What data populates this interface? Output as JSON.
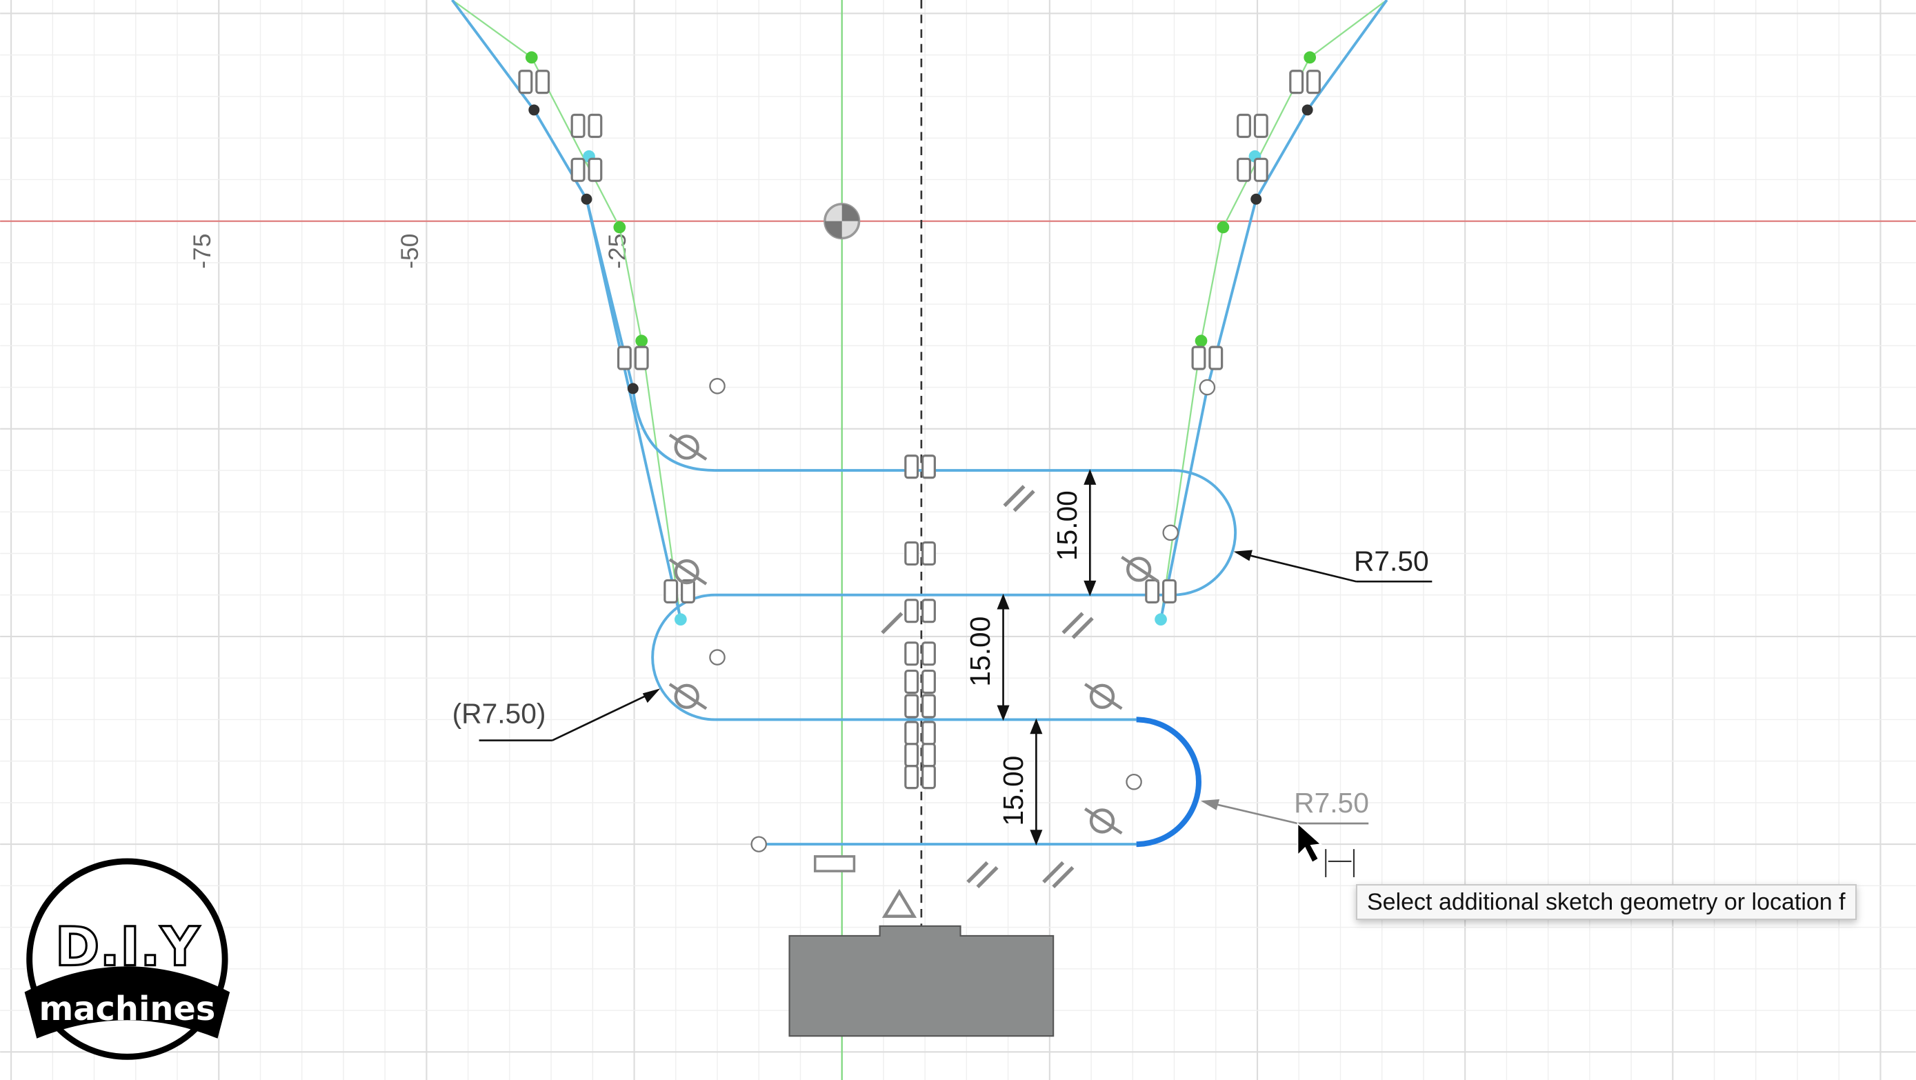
{
  "axis": {
    "ticks": [
      "-75",
      "-50",
      "-25"
    ]
  },
  "dimensions": {
    "vertical": [
      "15.00",
      "15.00",
      "15.00"
    ],
    "radius_top_right": "R7.50",
    "radius_left": "(R7.50)",
    "radius_active": "R7.50"
  },
  "tooltip": {
    "text": "Select additional sketch geometry or location f"
  },
  "logo": {
    "top_text": "D.I.Y",
    "banner_text": "machines"
  },
  "colors": {
    "sketch_line": "#5aaee0",
    "selected_arc": "#1f7ae0",
    "construction": "#8fe08f",
    "x_axis": "#e07a7a",
    "y_axis": "#7ad87a",
    "grid": "#e6e6e6",
    "body": "#8a8c8c"
  },
  "icons": [
    "origin-icon",
    "coincident-constraint-icon",
    "parallel-constraint-icon",
    "tangent-constraint-icon",
    "horizontal-constraint-icon",
    "cursor-arrow-icon",
    "horizontal-dimension-cursor-icon"
  ]
}
